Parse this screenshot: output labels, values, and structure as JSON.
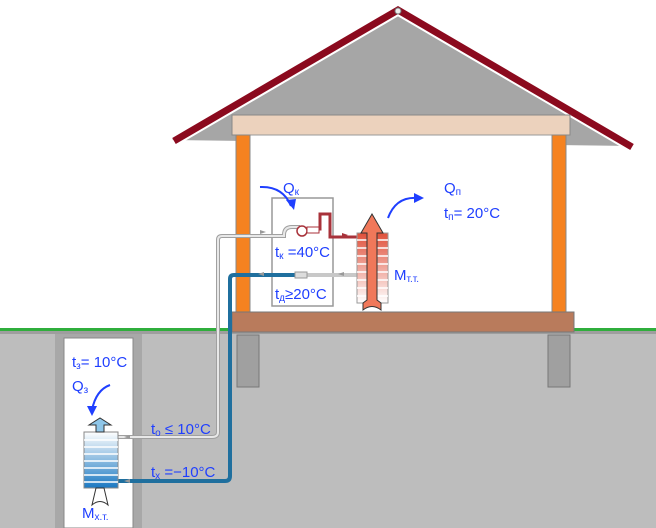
{
  "colors": {
    "label": "#1f3fff",
    "roof": "#8b0a1e",
    "wall": "#f58220",
    "ground": "#bdbdbd",
    "grass": "#2fae3c",
    "hot_pipe": "#a8323a",
    "cold_pipe": "#1f6f9e",
    "return_pipe": "#c8c8c8"
  },
  "labels": {
    "q_condenser": {
      "main": "Q",
      "sub": "к"
    },
    "t_condenser": {
      "main": "t",
      "sub": "к",
      "value": " =40°C"
    },
    "t_evap": {
      "main": "t",
      "sub": "д",
      "value": "≥20°C"
    },
    "q_room": {
      "main": "Q",
      "sub": "п"
    },
    "t_room": {
      "main": "t",
      "sub": "п",
      "value": "= 20°C"
    },
    "m_indoor": {
      "main": "M",
      "sub": "т.т."
    },
    "t_ground": {
      "main": "t",
      "sub": "з",
      "value": "= 10°C"
    },
    "q_ground": {
      "main": "Q",
      "sub": "з"
    },
    "t_out": {
      "main": "t",
      "sub": "о",
      "value": " ≤ 10°C"
    },
    "t_cold": {
      "main": "t",
      "sub": "х",
      "value": " =−10°C"
    },
    "m_ground": {
      "main": "M",
      "sub": "х.т."
    }
  }
}
